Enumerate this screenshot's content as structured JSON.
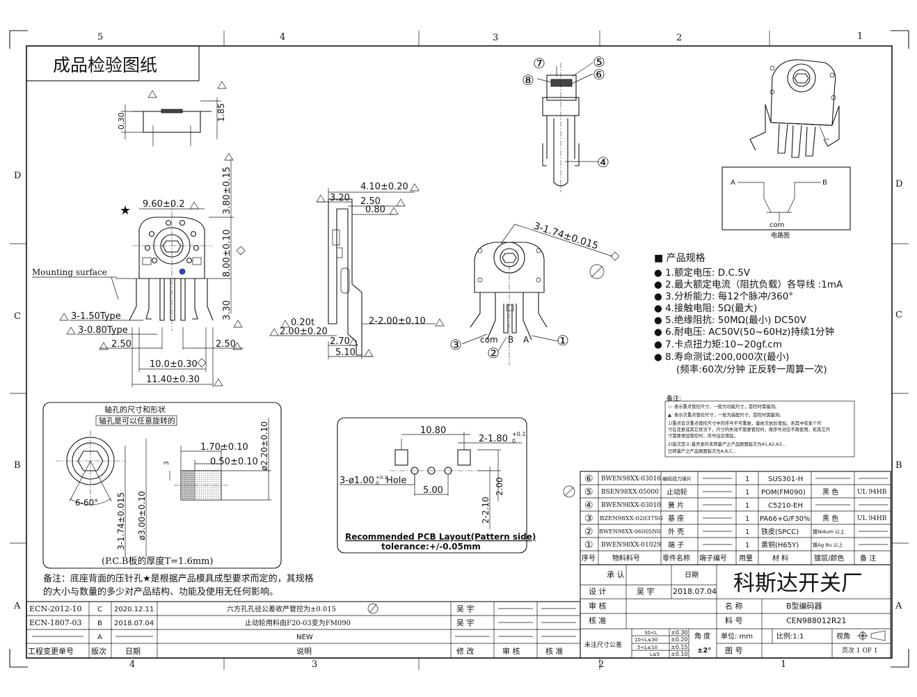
{
  "title": "成品检验图纸",
  "border": {
    "top_cols": [
      "5",
      "4",
      "3",
      "2",
      "1"
    ],
    "bottom_cols": [
      "4",
      "3",
      "2",
      "1"
    ],
    "left_rows": [
      "D",
      "C",
      "B",
      "A"
    ],
    "right_rows": [
      "D",
      "C",
      "B",
      "A"
    ]
  },
  "dims": {
    "d030": "0.30",
    "d185": "1.85",
    "d380": "3.80±0.15",
    "d960": "9.60±0.2",
    "d800": "8.00±0.10",
    "d330": "3.30",
    "mounting": "Mounting surface",
    "t150": "3-1.50Type",
    "t080": "3-0.80Type",
    "d250a": "2.50",
    "d250b": "2.50",
    "d1000": "10.0±0.30",
    "d1140": "11.40±0.30",
    "d410": "4.10±0.20",
    "d320": "3.20",
    "d250c": "2.50",
    "d080": "0.80",
    "d020t": "0.20t",
    "d200": "2.00±0.20",
    "d2200": "2-2.00±0.10",
    "d270": "2.70",
    "d510": "5.10",
    "d174": "3-1.74±0.015",
    "pin_com": "com",
    "pin_b": "B",
    "pin_a": "A",
    "callouts": [
      "①",
      "②",
      "③",
      "④",
      "⑤",
      "⑥",
      "⑦",
      "⑧"
    ]
  },
  "circuit": {
    "label_a": "A",
    "label_b": "B",
    "label_com": "com",
    "caption": "电路图"
  },
  "specs": {
    "heading": "■ 产品规格",
    "items": [
      "● 1.额定电压:  D.C.5V",
      "● 2.最大额定电流（阻抗负载）各导线 :1mA",
      "● 3.分析能力:  每12个脉冲/360°",
      "● 4.接触电阻:  5Ω(最大)",
      "● 5.绝缘阻抗:  50MΩ(最小) DC50V",
      "● 6.耐电压:  AC50V(50~60Hz)持续1分钟",
      "● 7.卡点扭力矩:10~20gf.cm",
      "● 8.寿命测试:200,000次(最小)",
      "(频率:60次/分钟 正反转一周算一次)"
    ]
  },
  "notes": {
    "title": "备注:",
    "lines": [
      "◇: 表示重点管控尺寸，一般为功能尺寸，首检时需量测。",
      "▲: 表示次重点管控尺寸，一般为装配尺寸，首检时需量测。",
      "1)重点及次重点管控尺寸中的序号不可重复，量依次依后增加。若其中有某个尺",
      "寸在变更或其它状况下，尺寸的失效不需要管控时，原序号对应不再使用，若其它尺",
      "寸需要增加管控时，序号往后增加。",
      "2)版次定义:量开发的未转量产之产品图面版次为A1,A2,A3...",
      "已转量产之产品图面版次为A,B,C..."
    ]
  },
  "shaft": {
    "title": "轴孔的尺寸和形状",
    "subtitle": "轴孔是可以任意旋转的",
    "angle": "6-60°",
    "d174": "3-1.74±0.015",
    "d300": "ø3.00±0.10",
    "d170": "1.70±0.10",
    "d050": "0.50±0.10",
    "d220": "ø2.20±0.10",
    "dim3": "3",
    "pcb_note": "(P.C.B板的厚度T=1.6mm)"
  },
  "pcb": {
    "d1080": "10.80",
    "d2180": "2-1.80",
    "tol_up": "+0.1",
    "tol_dn": "0",
    "hole": "3-ø1.00",
    "hole_tol_up": "+0.1",
    "hole_tol_dn": "0",
    "hole_word": "Hole",
    "d500": "5.00",
    "d2210": "2-2.10",
    "d200": "2.00",
    "title": "Recommended PCB Layout(Pattern side)",
    "tolerance": "tolerance:+/-0.05mm"
  },
  "bottom_note": {
    "line1": "备注：底座背面的压针孔★是根据产品模具成型要求而定的，其规格",
    "line2": "的大小与数量的多少对产品结构、功能及使用无任何影响。"
  },
  "bom": {
    "rows": [
      {
        "no": "⑥",
        "code": "BWEN98XX-03016",
        "name": "编码扭力弹片",
        "qty": "1",
        "mat": "SUS301-H",
        "color": "",
        "remark": ""
      },
      {
        "no": "⑤",
        "code": "BSEN98XX-05000",
        "name": "止动轮",
        "qty": "1",
        "mat": "POM(FM090)",
        "color": "黑 色",
        "remark": "UL 94HB"
      },
      {
        "no": "④",
        "code": "BWEN98XX-03010",
        "name": "簧 片",
        "qty": "1",
        "mat": "C5210-EH",
        "color": "",
        "remark": ""
      },
      {
        "no": "③",
        "code": "BZEN98XX-02037SG",
        "name": "基 座",
        "qty": "1",
        "mat": "PA66+G/F30%",
        "color": "黑 色",
        "remark": "UL 94HB"
      },
      {
        "no": "②",
        "code": "BWEN98XX-06005N0",
        "name": "外 壳",
        "qty": "1",
        "mat": "铁皮(SPCC)",
        "color": "镀Ni4um 以上",
        "remark": ""
      },
      {
        "no": "①",
        "code": "BWEN98XX-01029",
        "name": "端 子",
        "qty": "1",
        "mat": "黄铜(H65Y)",
        "color": "镀Ag 8u 以上",
        "remark": ""
      }
    ],
    "header": [
      "序号",
      "物料料号",
      "零件名称",
      "端子编号",
      "用量",
      "材 料",
      "镀层/颜色",
      "备 注"
    ]
  },
  "title_block": {
    "approve": "承 认",
    "date": "日期",
    "design": "设 计",
    "designer": "吴 宇",
    "design_date": "2018.07.04",
    "review": "审 核",
    "check": "核 准",
    "company": "科斯达开关厂",
    "name_label": "名 称",
    "name_value": "B型编码器",
    "part_label": "料 号",
    "part_value": "CEN988012R21",
    "unit": "单位: mm",
    "scale": "比例:1:1",
    "view": "视角",
    "tol_title": "未注尺寸公差",
    "tol_rows": [
      [
        "30<L",
        "±0.30"
      ],
      [
        "10<L≤30",
        "±0.20"
      ],
      [
        "5<L≤10",
        "±0.15"
      ],
      [
        "L≤5",
        "±0.10"
      ]
    ],
    "angle_label": "角 度",
    "angle_tol": "±2°",
    "drawing_no": "图 号",
    "page": "页次 1 OF 1"
  },
  "revisions": {
    "rows": [
      {
        "ecn": "ECN-2012-10",
        "rev": "C",
        "date": "2020.12.11",
        "desc": "六方孔孔径公差收严管控为±0.015",
        "by": "吴 宇"
      },
      {
        "ecn": "ECN-1807-03",
        "rev": "B",
        "date": "2018.07.04",
        "desc": "止动轮用料由F20-03变为FM090",
        "by": "吴 宇"
      },
      {
        "ecn": "",
        "rev": "A",
        "date": "",
        "desc": "NEW",
        "by": ""
      }
    ],
    "header": [
      "工程变更单号",
      "版次",
      "日期",
      "说明",
      "修 改",
      "审 核",
      "核 准"
    ]
  }
}
